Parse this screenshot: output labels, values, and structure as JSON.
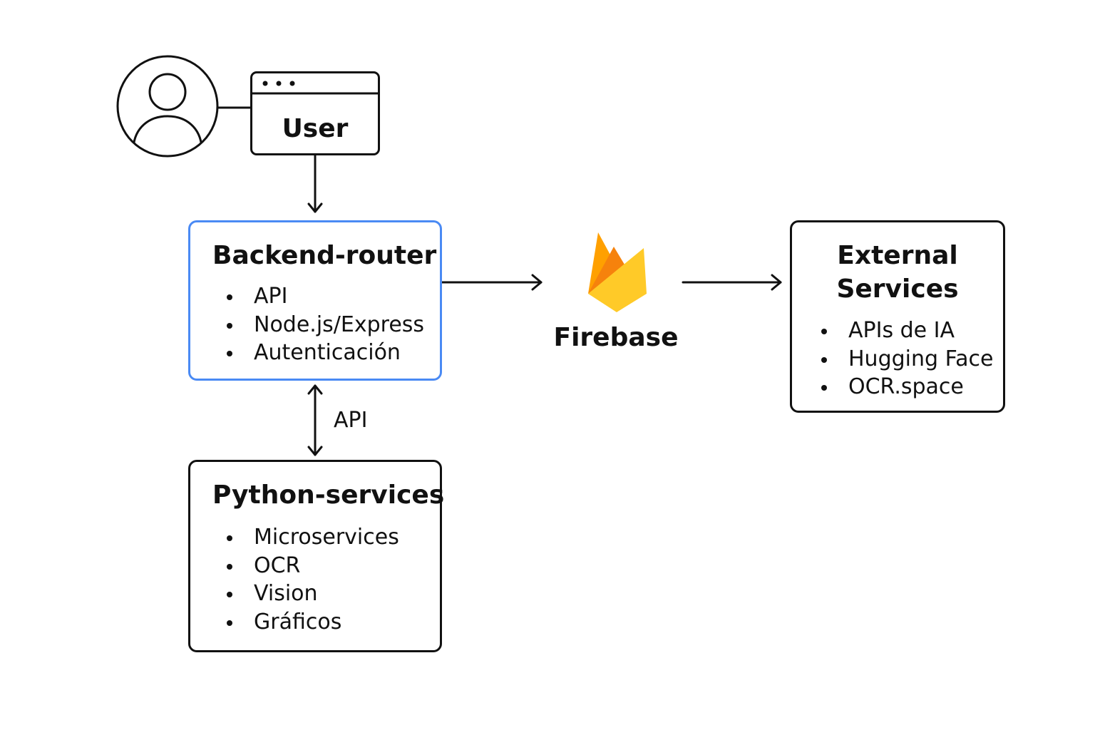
{
  "user": {
    "title": "User"
  },
  "backend_router": {
    "title": "Backend-router",
    "items": [
      "API",
      "Node.js/Express",
      "Autenticación"
    ]
  },
  "firebase": {
    "title": "Firebase"
  },
  "external_services": {
    "title_line1": "External",
    "title_line2": "Services",
    "items": [
      "APIs de IA",
      "Hugging Face",
      "OCR.space"
    ]
  },
  "python_services": {
    "title": "Python-services",
    "items": [
      "Microservices",
      "OCR",
      "Vision",
      "Gráficos"
    ]
  },
  "connections": {
    "backend_python_label": "API"
  },
  "colors": {
    "stroke": "#111111",
    "highlight_border": "#4a8af4",
    "firebase_yellow": "#ffca28",
    "firebase_orange": "#f6820c",
    "firebase_amber": "#ffa000"
  }
}
